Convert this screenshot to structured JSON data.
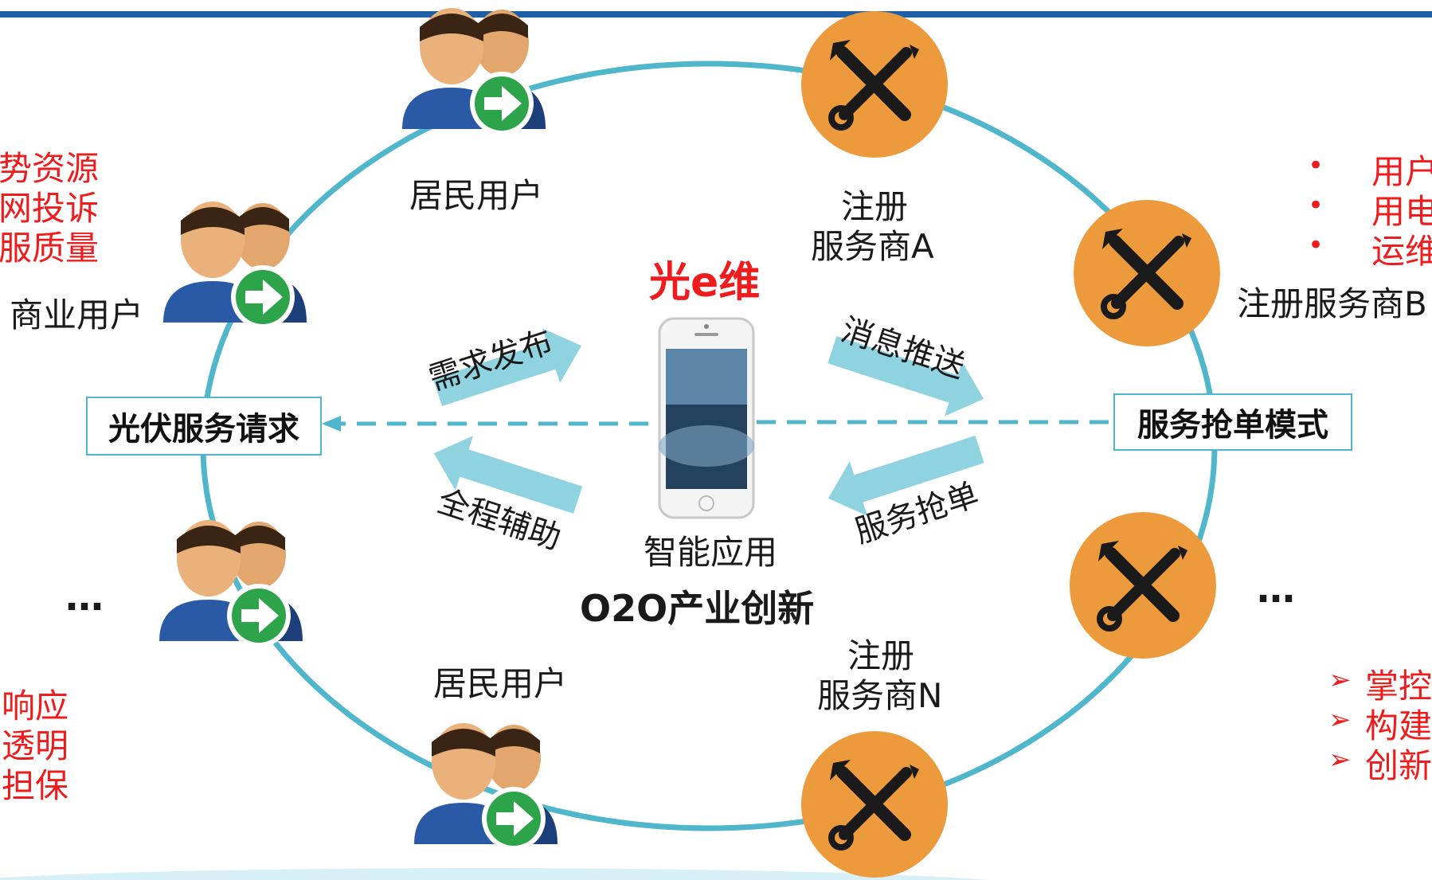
{
  "center": {
    "brand": "光e维",
    "app_label": "智能应用",
    "tagline": "O2O产业创新"
  },
  "arrows": {
    "publish": "需求发布",
    "assist": "全程辅助",
    "push": "消息推送",
    "grab": "服务抢单"
  },
  "boxes": {
    "left": "光伏服务请求",
    "right": "服务抢单模式"
  },
  "users": {
    "top": "居民用户",
    "left": "商业用户",
    "bottom": "居民用户",
    "ellipsis": "…"
  },
  "providers": {
    "a": [
      "注册",
      "服务商A"
    ],
    "b": "注册服务商B",
    "n": [
      "注册",
      "服务商N"
    ],
    "ellipsis": "…"
  },
  "side_text": {
    "left_top": [
      "势资源",
      "网投诉",
      "服质量"
    ],
    "left_bottom": [
      "响应",
      "透明",
      "担保"
    ],
    "right_top": [
      "用户",
      "用电",
      "运维"
    ],
    "right_bottom": [
      "掌控",
      "构建",
      "创新"
    ],
    "bullet": "•",
    "arrow_bullet": "➢"
  },
  "colors": {
    "ring": "#4fb6cc",
    "top_bar": "#1f5fa8",
    "orange": "#ec9a3c",
    "arrow_fill": "#8fd3e0",
    "red": "#ee1c1c"
  }
}
